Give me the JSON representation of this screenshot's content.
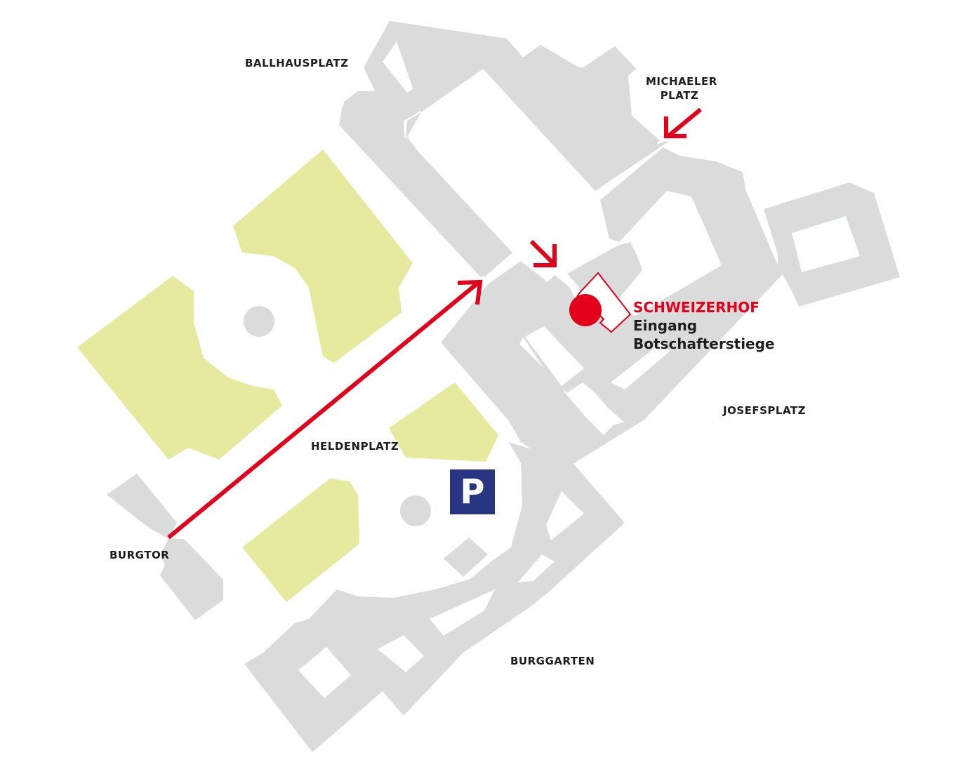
{
  "colors": {
    "building": "#dadbdb",
    "park": "#e6ea9e",
    "accent_red": "#e2001a",
    "text": "#1d1d1b",
    "parking_blue": "#283583",
    "background": "#ffffff"
  },
  "labels": {
    "ballhausplatz": "BALLHAUSPLATZ",
    "michaeler_line1": "MICHAELER",
    "michaeler_line2": "PLATZ",
    "heldenplatz": "HELDENPLATZ",
    "josefsplatz": "JOSEFSPLATZ",
    "burgtor": "BURGTOR",
    "burggarten": "BURGGARTEN"
  },
  "destination": {
    "name": "SCHWEIZERHOF",
    "line2": "Eingang",
    "line3": "Botschafterstiege",
    "marker_icon": "location-dot-icon"
  },
  "parking": {
    "symbol": "P",
    "icon": "parking-sign-icon"
  },
  "routes": [
    {
      "id": "main-route",
      "from": "BURGTOR",
      "icon": "route-arrow-icon"
    },
    {
      "id": "michaelerplatz-entry",
      "from": "MICHAELER PLATZ",
      "icon": "entry-arrow-icon"
    },
    {
      "id": "schweizerhof-entry",
      "icon": "entry-arrow-icon"
    }
  ]
}
